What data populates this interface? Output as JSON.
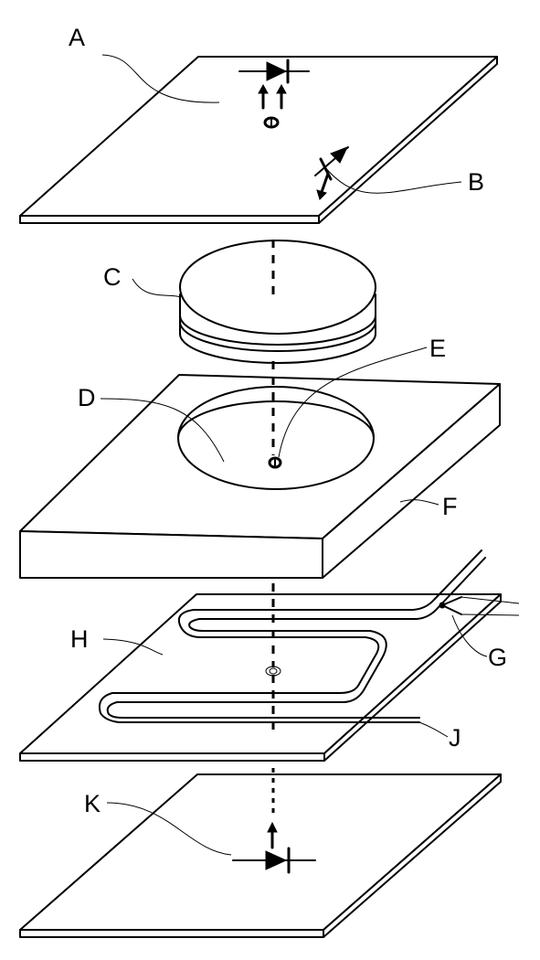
{
  "labels": {
    "A": "A",
    "B": "B",
    "C": "C",
    "D": "D",
    "E": "E",
    "F": "F",
    "G": "G",
    "H": "H",
    "J": "J",
    "K": "K"
  },
  "colors": {
    "line": "#000000",
    "background": "#ffffff"
  }
}
